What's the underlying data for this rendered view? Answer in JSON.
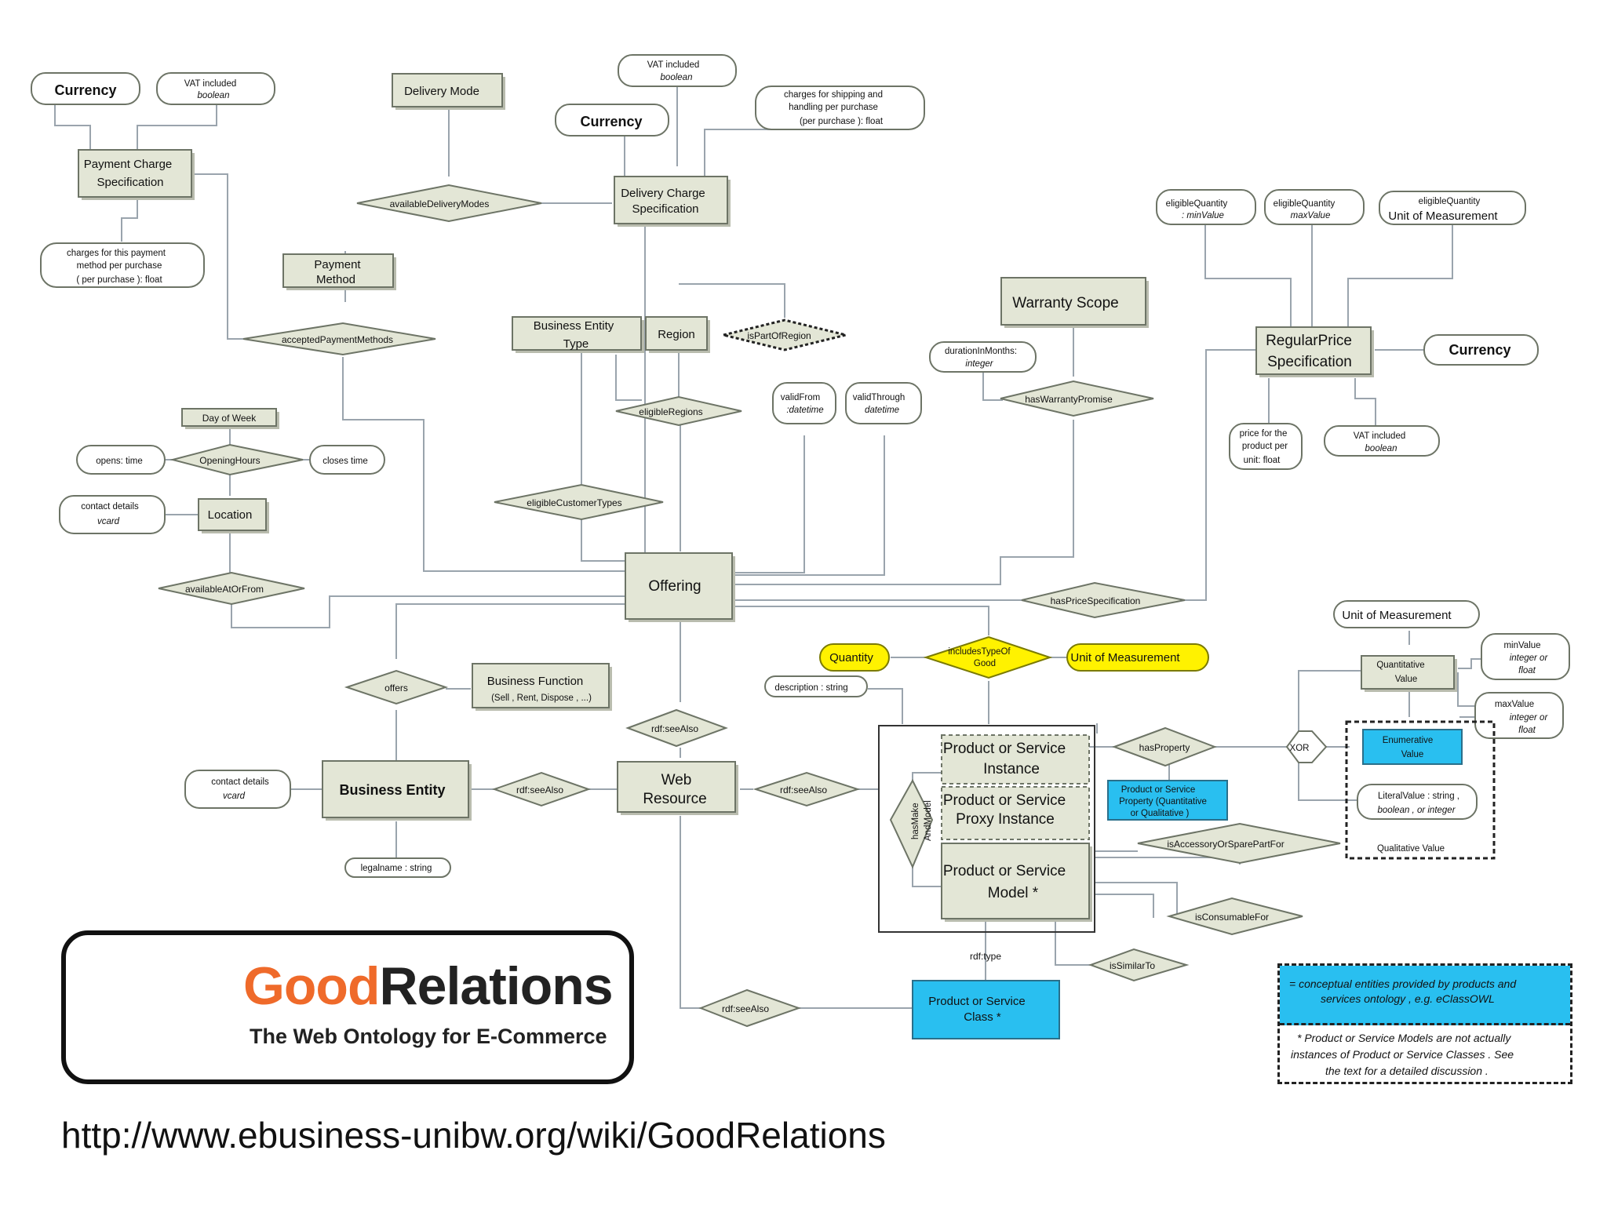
{
  "entities": {
    "currency_1": "Currency",
    "vat_1": [
      "VAT included",
      "boolean"
    ],
    "payment_charge": [
      "Payment Charge",
      "Specification"
    ],
    "charges_payment": [
      "charges for this payment",
      "method per purchase",
      "( per purchase ): float"
    ],
    "delivery_mode": "Delivery Mode",
    "vat_2": [
      "VAT included",
      "boolean"
    ],
    "currency_2": "Currency",
    "charges_shipping": [
      "charges for shipping and",
      "handling per purchase",
      "(per purchase ): float"
    ],
    "delivery_charge": [
      "Delivery Charge",
      "Specification"
    ],
    "payment_method": [
      "Payment",
      "Method"
    ],
    "business_entity_type": [
      "Business Entity",
      "Type"
    ],
    "region": "Region",
    "warranty_scope": "Warranty Scope",
    "duration": [
      "durationInMonths:",
      "integer"
    ],
    "eligible_min": [
      "eligibleQuantity",
      ": minValue"
    ],
    "eligible_max": [
      "eligibleQuantity",
      "maxValue"
    ],
    "eligible_unit": [
      "eligibleQuantity",
      "Unit of Measurement"
    ],
    "regular_price": [
      "RegularPrice",
      "Specification"
    ],
    "currency_3": "Currency",
    "price_for_unit": [
      "price for the",
      "product per",
      "unit: float"
    ],
    "vat_3": [
      "VAT included",
      "boolean"
    ],
    "valid_from": [
      "validFrom",
      ":datetime"
    ],
    "valid_through": [
      "validThrough",
      "datetime"
    ],
    "day_of_week": "Day of Week",
    "opens": "opens: time",
    "closes": "closes   time",
    "contact_1": [
      "contact details",
      "vcard"
    ],
    "location": "Location",
    "offering": "Offering",
    "business_function": [
      "Business Function",
      "(Sell , Rent, Dispose  , ...)"
    ],
    "contact_2": [
      "contact details",
      "vcard"
    ],
    "business_entity": "Business Entity",
    "legal_name": "legalname : string",
    "web_resource": [
      "Web",
      "Resource"
    ],
    "quantity": "Quantity",
    "unit_measure_yellow": "Unit of Measurement",
    "description": "description : string",
    "unit_measure_right": "Unit of Measurement",
    "quantitative_value": [
      "Quantitative",
      "Value"
    ],
    "min_value": [
      "minValue",
      "integer or",
      "float"
    ],
    "max_value": [
      "maxValue",
      "integer or",
      "float"
    ],
    "enumerative_value": [
      "Enumerative",
      "Value"
    ],
    "literal_value": [
      "LiteralValue  : string ,",
      "boolean , or integer"
    ],
    "qualitative_label": "Qualitative Value",
    "product_instance": [
      "Product or Service",
      "Instance"
    ],
    "product_proxy": [
      "Product or Service",
      "Proxy Instance"
    ],
    "product_model": [
      "Product or Service",
      "Model *"
    ],
    "product_property": [
      "Product or Service",
      "Property  (Quantitative",
      "or Qualitative  )"
    ],
    "product_class": [
      "Product or Service",
      "Class *"
    ]
  },
  "relations": {
    "available_delivery": "availableDeliveryModes",
    "accepted_payment": "acceptedPaymentMethods",
    "eligible_regions": "eligibleRegions",
    "is_part_of_region": "isPartOfRegion",
    "eligible_customer": "eligibleCustomerTypes",
    "has_warranty": "hasWarrantyPromise",
    "opening_hours": "OpeningHours",
    "available_at": "availableAtOrFrom",
    "has_price": "hasPriceSpecification",
    "offers": "offers",
    "includes_type": [
      "includesTypeOf",
      "Good"
    ],
    "see_also_1": "rdf:seeAlso",
    "see_also_2": "rdf:seeAlso",
    "see_also_3": "rdf:seeAlso",
    "see_also_4": "rdf:seeAlso",
    "has_property": "hasProperty",
    "xor": "XOR",
    "has_make_and_model": [
      "hasMake",
      "AndModel"
    ],
    "is_accessory": "isAccessoryOrSparePartFor",
    "is_consumable": "isConsumableFor",
    "is_similar": "isSimilarTo",
    "rdf_type": "rdf:type"
  },
  "logo": {
    "good": "Good",
    "relations": "Relations",
    "tagline": "The Web Ontology for E-Commerce"
  },
  "legend": {
    "line1": "= conceptual entities provided by products and",
    "line2": "services ontology    , e.g. eClassOWL",
    "note1": "* Product or Service Models are not actually",
    "note2": "instances of Product or Service Classes      . See",
    "note3": "the text for a detailed discussion        ."
  },
  "url": "http://www.ebusiness-unibw.org/wiki/GoodRelations",
  "colors": {
    "entity_fill": "#e3e6d6",
    "highlight_cyan": "#29bff0",
    "highlight_yellow": "#fff200",
    "logo_orange": "#ef6a2a"
  }
}
